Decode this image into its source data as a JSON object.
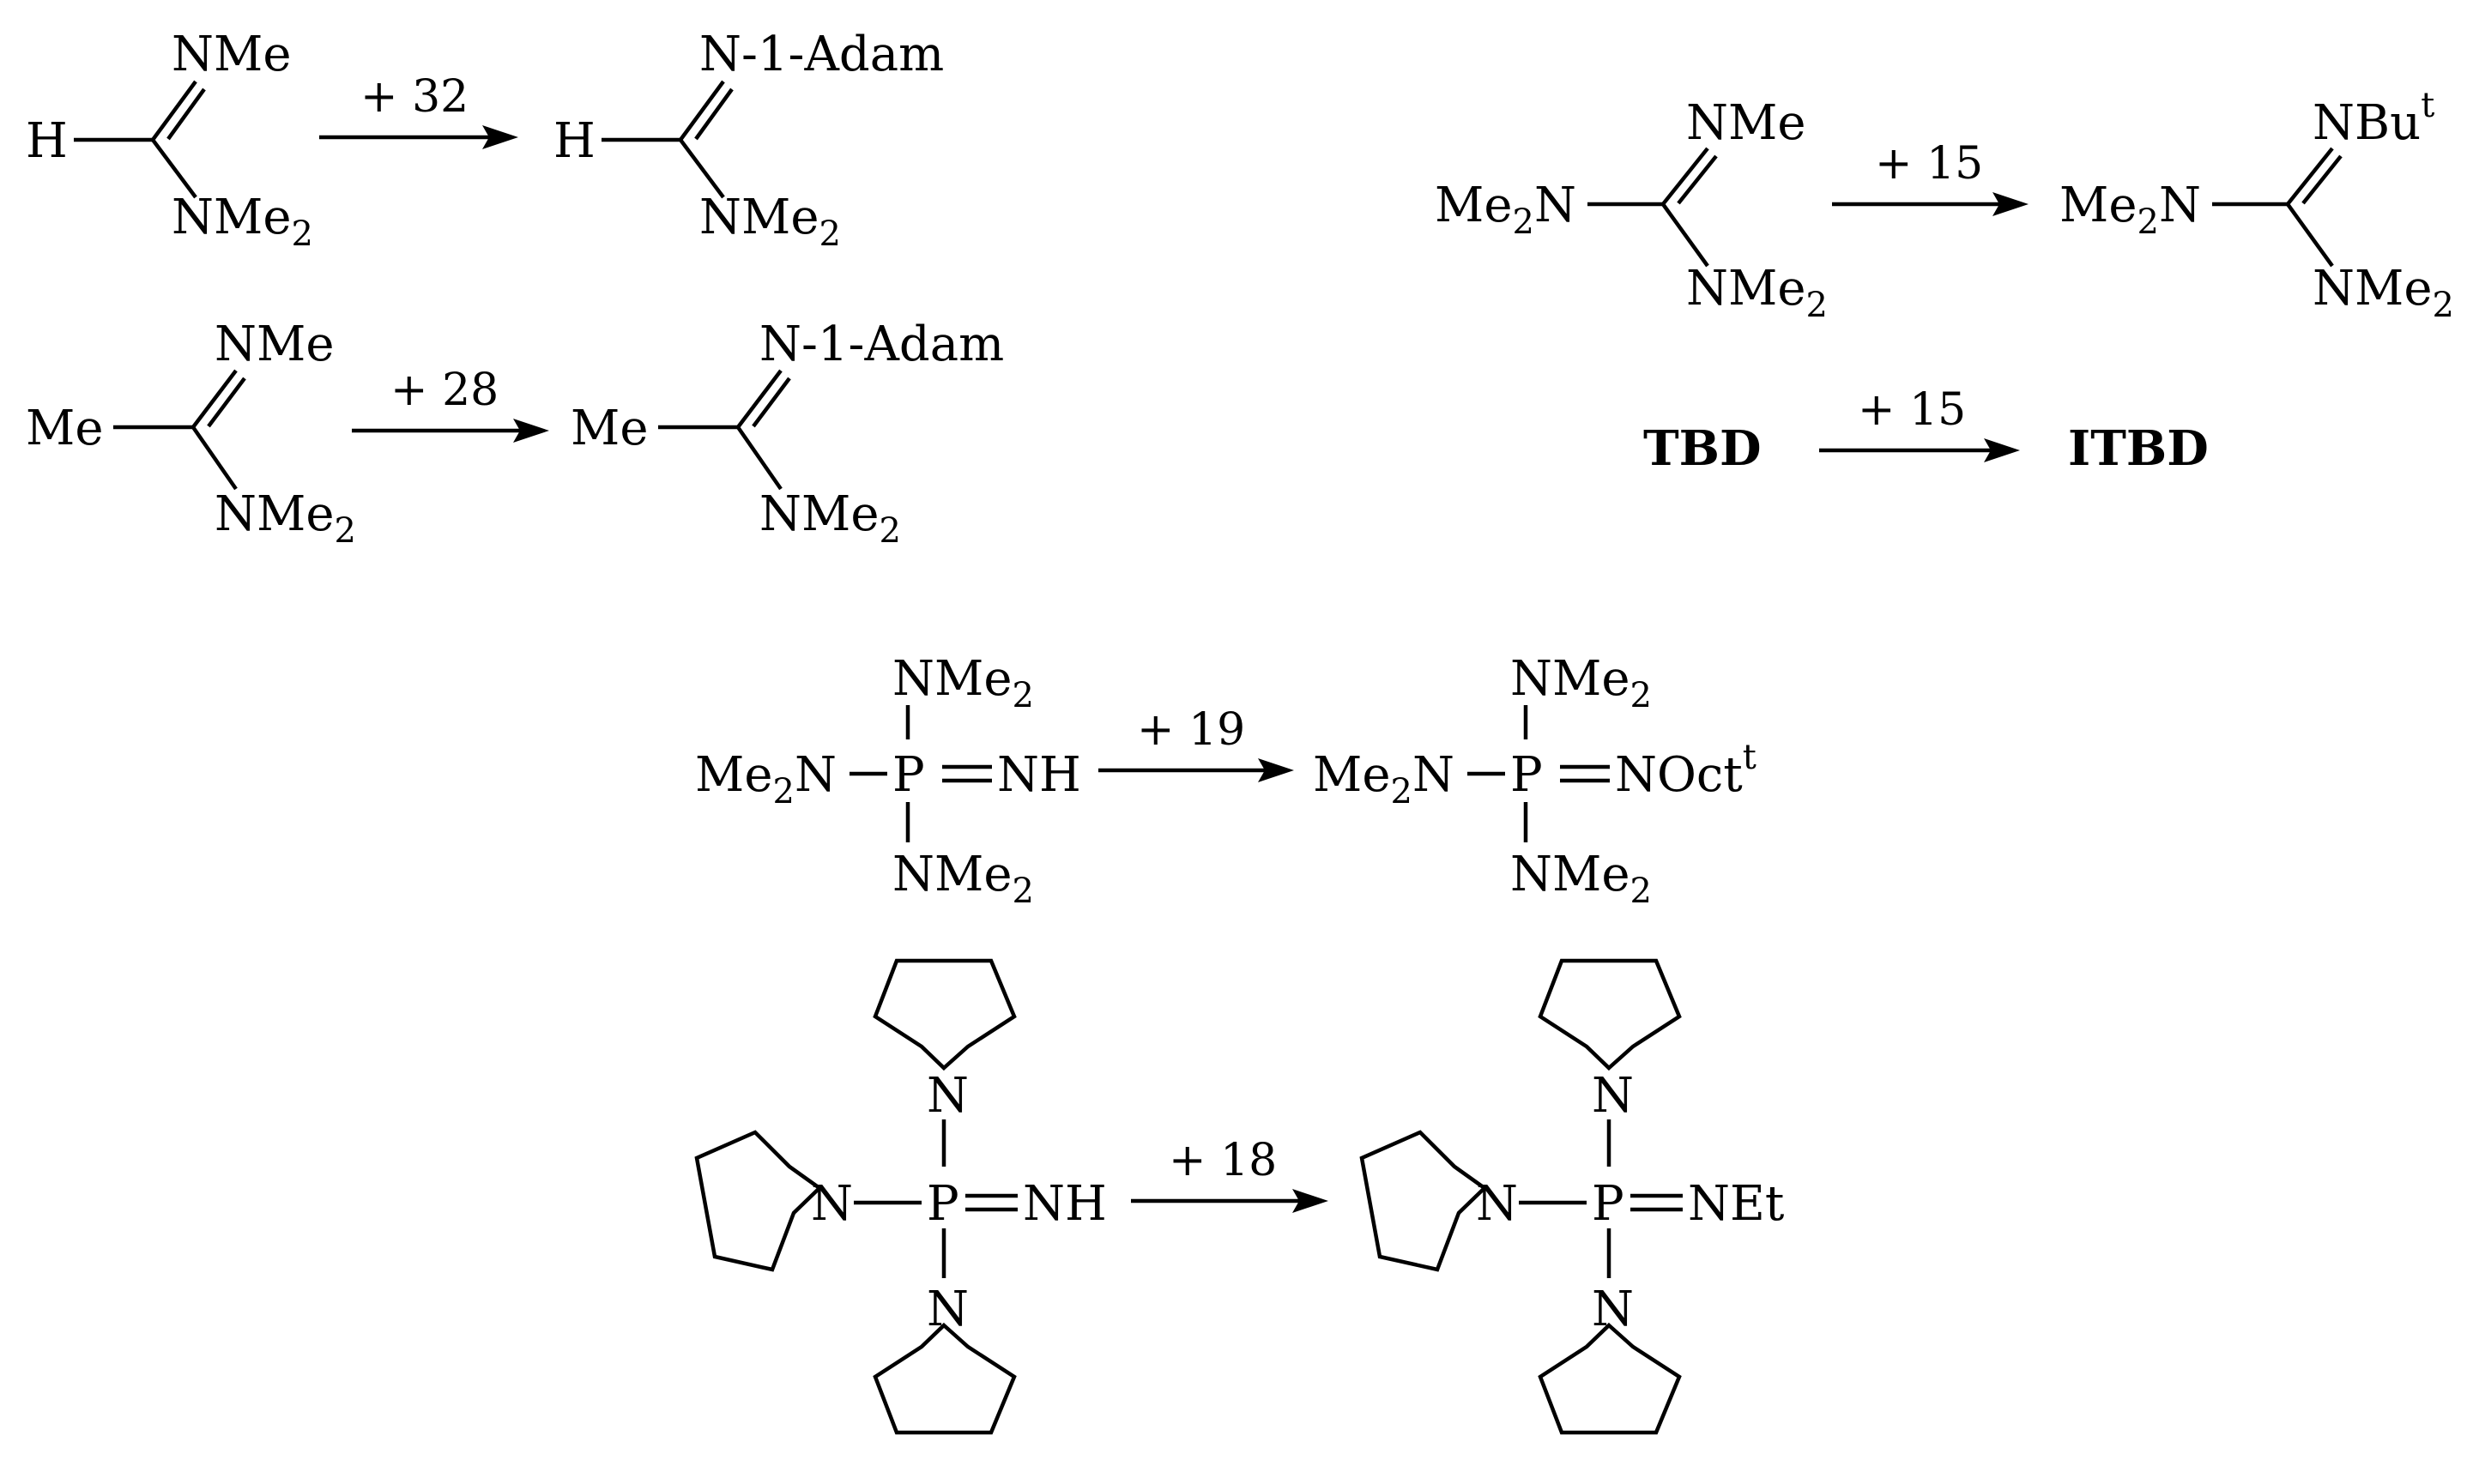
{
  "scheme": {
    "r1": {
      "reactant_top": "NMe",
      "reactant_left": "H",
      "reactant_bottom": "NMe",
      "label": "+ 32",
      "product_top": "N-1-Adam",
      "product_left": "H",
      "product_bottom": "NMe"
    },
    "r2": {
      "reactant_top": "NMe",
      "reactant_left": "Me",
      "reactant_bottom": "NMe",
      "label": "+ 28",
      "product_top": "N-1-Adam",
      "product_left": "Me",
      "product_bottom": "NMe"
    },
    "r3": {
      "reactant_left": "Me",
      "reactant_left_tail": "N",
      "reactant_top": "NMe",
      "reactant_bottom": "NMe",
      "label": "+ 15",
      "product_left": "Me",
      "product_left_tail": "N",
      "product_top": "NBu",
      "product_top_sup": "t",
      "product_bottom": "NMe"
    },
    "r4": {
      "reactant": "TBD",
      "label": "+ 15",
      "product": "ITBD"
    },
    "r5": {
      "reactant_top": "NMe",
      "reactant_left": "Me",
      "reactant_left_tail": "N",
      "reactant_p": "P",
      "reactant_right": "NH",
      "reactant_bottom": "NMe",
      "label": "+ 19",
      "product_top": "NMe",
      "product_left": "Me",
      "product_left_tail": "N",
      "product_p": "P",
      "product_right": "NOct",
      "product_right_sup": "t",
      "product_bottom": "NMe"
    },
    "r6": {
      "reactant_n_top": "N",
      "reactant_n_left": "N",
      "reactant_n_bottom": "N",
      "reactant_p": "P",
      "reactant_right": "NH",
      "label": "+ 18",
      "product_n_top": "N",
      "product_n_left": "N",
      "product_n_bottom": "N",
      "product_p": "P",
      "product_right": "NEt"
    },
    "subscript": "2"
  }
}
